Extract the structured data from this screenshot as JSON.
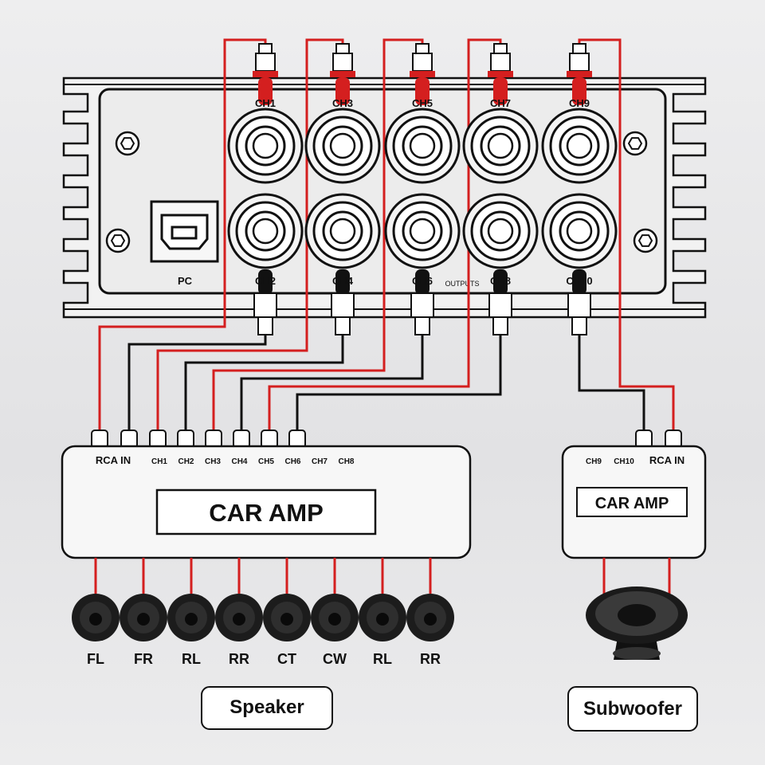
{
  "processor": {
    "pc_label": "PC",
    "outputs_label": "OUTPUTS",
    "channels_top": [
      "CH1",
      "CH3",
      "CH5",
      "CH7",
      "CH9"
    ],
    "channels_bottom": [
      "CH2",
      "CH4",
      "CH6",
      "CH8",
      "CH10"
    ]
  },
  "main_amp": {
    "title": "CAR AMP",
    "rca_in": "RCA IN",
    "inputs": [
      "CH1",
      "CH2",
      "CH3",
      "CH4",
      "CH5",
      "CH6",
      "CH7",
      "CH8"
    ]
  },
  "sub_amp": {
    "title": "CAR AMP",
    "rca_in": "RCA IN",
    "inputs": [
      "CH9",
      "CH10"
    ]
  },
  "speakers": [
    "FL",
    "FR",
    "RL",
    "RR",
    "CT",
    "CW",
    "RL",
    "RR"
  ],
  "speaker_label": "Speaker",
  "subwoofer_label": "Subwoofer",
  "colors": {
    "wire_red": "#d41f1f",
    "wire_black": "#111111",
    "panel": "#f4f4f4"
  }
}
